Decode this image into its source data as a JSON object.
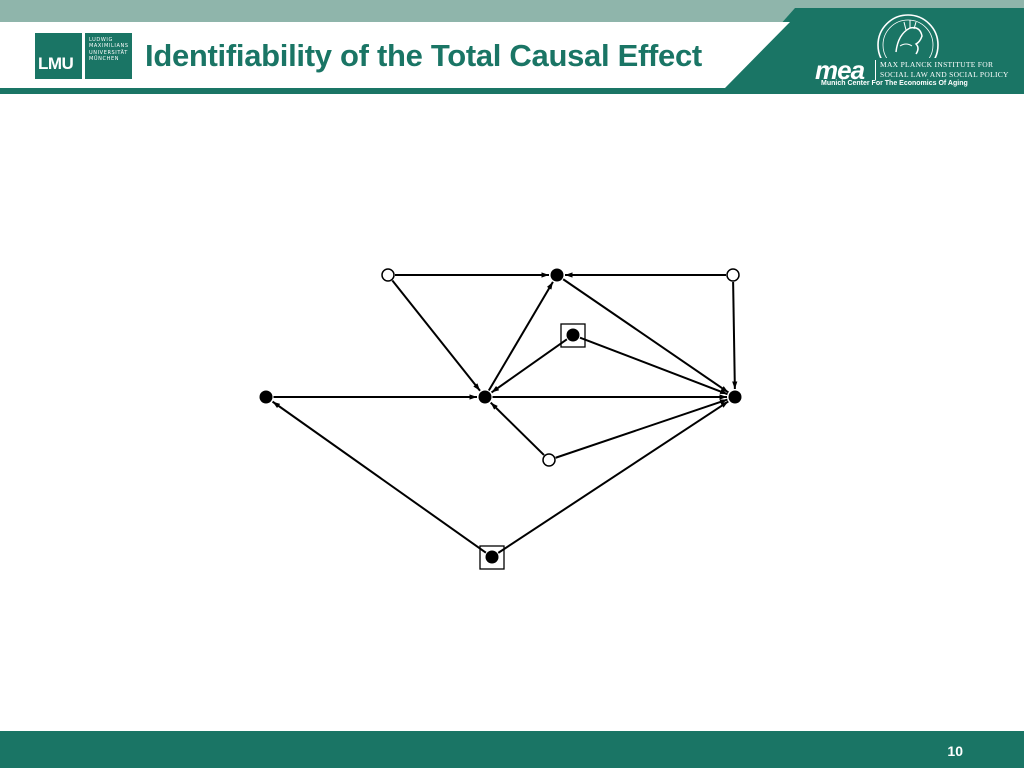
{
  "header": {
    "title": "Identifiability of the Total Causal Effect",
    "lmu_logo": {
      "mark": "LMU",
      "wordmark_lines": [
        "LUDWIG",
        "MAXIMILIANS",
        "UNIVERSITÄT",
        "MÜNCHEN"
      ]
    },
    "mea_logo": {
      "mark": "mea",
      "institute_lines": [
        "MAX PLANCK INSTITUTE FOR",
        "SOCIAL LAW AND SOCIAL POLICY"
      ],
      "subtitle": "Munich Center For The Economics Of Aging"
    }
  },
  "diagram": {
    "nodes": [
      {
        "id": "n1",
        "kind": "open"
      },
      {
        "id": "n2",
        "kind": "filled"
      },
      {
        "id": "n3",
        "kind": "open"
      },
      {
        "id": "n4",
        "kind": "filled-boxed"
      },
      {
        "id": "n5",
        "kind": "filled"
      },
      {
        "id": "n6",
        "kind": "filled"
      },
      {
        "id": "n7",
        "kind": "filled"
      },
      {
        "id": "n8",
        "kind": "open"
      },
      {
        "id": "n9",
        "kind": "filled-boxed"
      }
    ],
    "edges": [
      {
        "from": "n1",
        "to": "n2"
      },
      {
        "from": "n3",
        "to": "n2"
      },
      {
        "from": "n1",
        "to": "n6"
      },
      {
        "from": "n6",
        "to": "n2"
      },
      {
        "from": "n2",
        "to": "n7"
      },
      {
        "from": "n3",
        "to": "n7"
      },
      {
        "from": "n4",
        "to": "n6"
      },
      {
        "from": "n4",
        "to": "n7"
      },
      {
        "from": "n5",
        "to": "n6"
      },
      {
        "from": "n6",
        "to": "n7"
      },
      {
        "from": "n8",
        "to": "n6"
      },
      {
        "from": "n8",
        "to": "n7"
      },
      {
        "from": "n9",
        "to": "n5"
      },
      {
        "from": "n9",
        "to": "n7"
      }
    ]
  },
  "footer": {
    "page_number": "10"
  },
  "colors": {
    "brand_green": "#1a7565",
    "band_light": "#8fb5ab"
  }
}
